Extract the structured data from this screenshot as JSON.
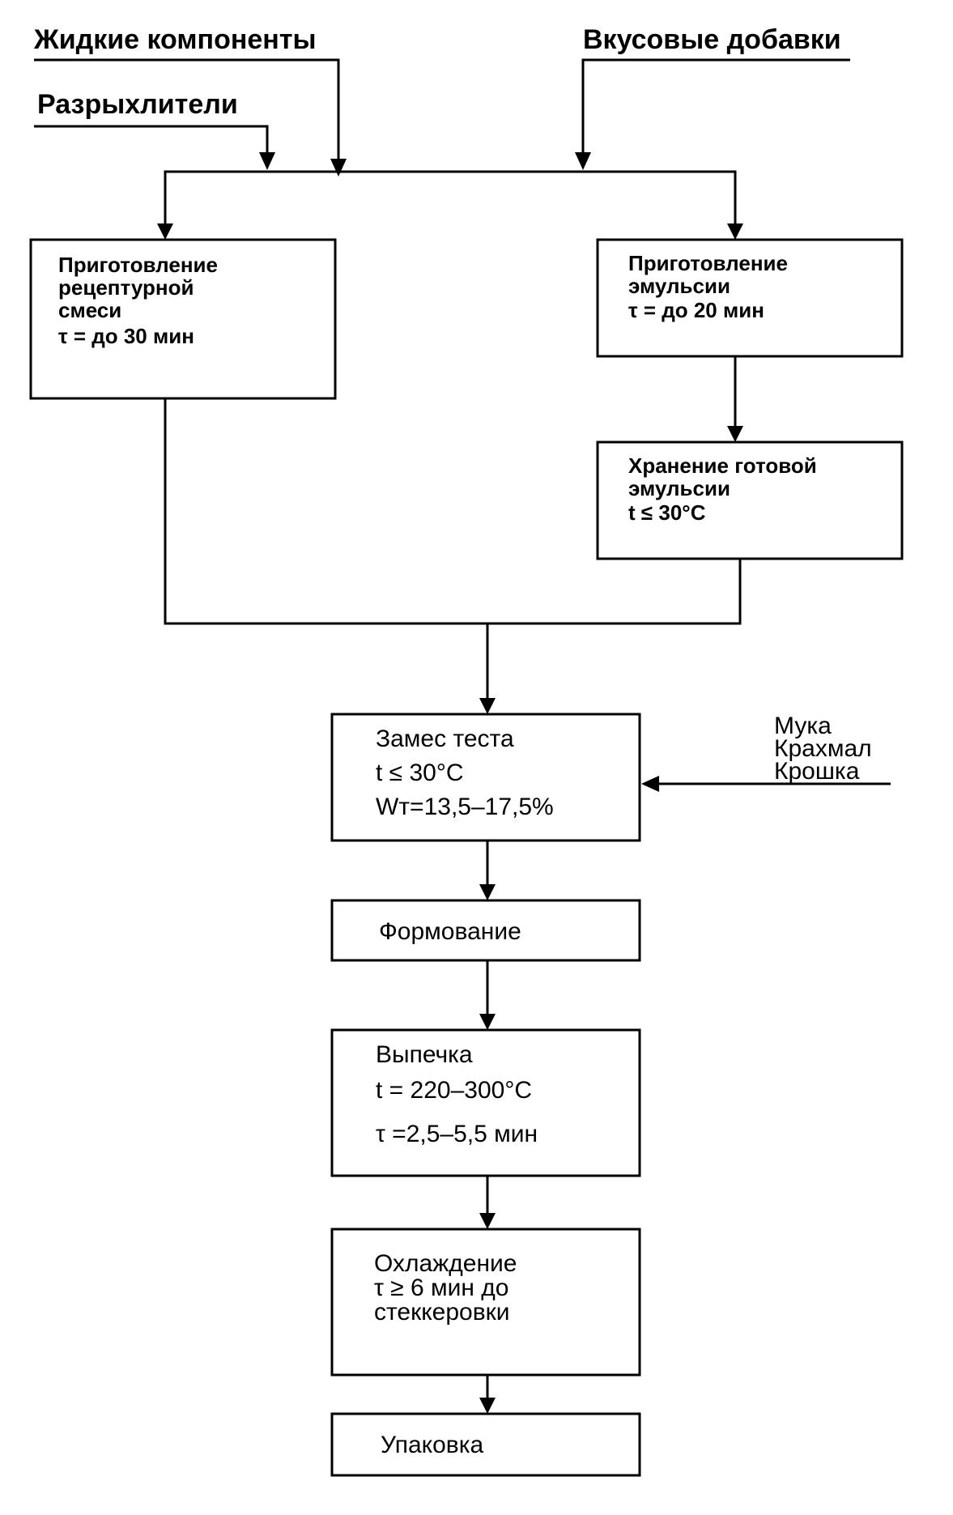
{
  "inputs": {
    "liquid": "Жидкие компоненты",
    "flavor": "Вкусовые добавки",
    "leavening": "Разрыхлители",
    "flour_lines": [
      "Мука",
      "Крахмал",
      "Крошка"
    ]
  },
  "steps": {
    "recipe_mix": [
      "Приготовление",
      "рецептурной",
      "смеси",
      "τ = до 30 мин"
    ],
    "emulsion": [
      "Приготовление",
      "эмульсии",
      "τ = до 20 мин"
    ],
    "emulsion_storage": [
      "Хранение готовой",
      "эмульсии",
      "t ≤ 30°C"
    ],
    "kneading": [
      "Замес теста",
      "t ≤ 30°C",
      "Wт=13,5–17,5%"
    ],
    "forming": [
      "Формование"
    ],
    "baking": [
      "Выпечка",
      "t = 220–300°С",
      "τ =2,5–5,5 мин"
    ],
    "cooling": [
      "Охлаждение",
      "τ ≥  6 мин до",
      "стеккеровки"
    ],
    "packing": [
      "Упаковка"
    ]
  }
}
